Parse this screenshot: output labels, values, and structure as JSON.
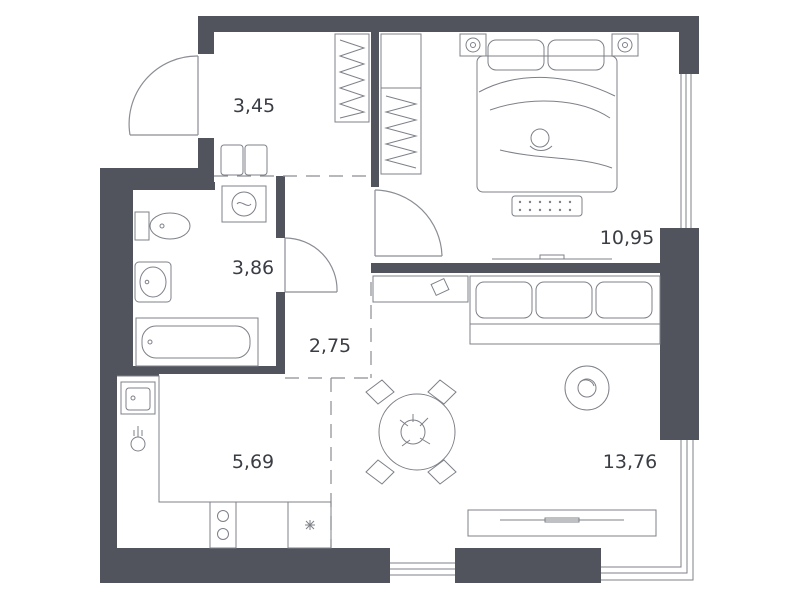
{
  "floor_plan": {
    "wall_color": "#51545c",
    "line_color": "#7d8088",
    "background": "#ffffff",
    "rooms": [
      {
        "id": "entrance-hall",
        "area": "3,45"
      },
      {
        "id": "bedroom",
        "area": "10,95"
      },
      {
        "id": "bathroom",
        "area": "3,86"
      },
      {
        "id": "corridor",
        "area": "2,75"
      },
      {
        "id": "kitchen",
        "area": "5,69"
      },
      {
        "id": "living-room",
        "area": "13,76"
      }
    ]
  }
}
